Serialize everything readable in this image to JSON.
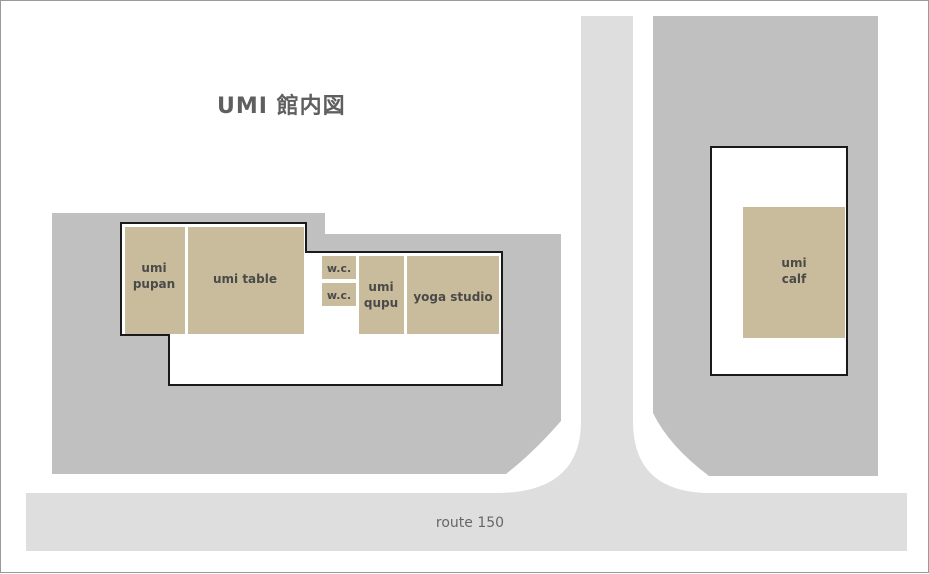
{
  "title": "UMI 館内図",
  "road": {
    "label": "route 150"
  },
  "rooms": {
    "umi_pupan": {
      "line1": "umi",
      "line2": "pupan"
    },
    "umi_table": {
      "label": "umi table"
    },
    "wc_upper": {
      "label": "w.c."
    },
    "wc_lower": {
      "label": "w.c."
    },
    "umi_qupu": {
      "line1": "umi",
      "line2": "qupu"
    },
    "yoga_studio": {
      "label": "yoga studio"
    },
    "umi_calf": {
      "line1": "umi",
      "line2": "calf"
    }
  },
  "colors": {
    "lot": "#c0c0c0",
    "road": "#dedede",
    "floor": "#ffffff",
    "shop": "#c8bc9c",
    "outline": "#1a1a1a",
    "text": "#4a4a48"
  }
}
